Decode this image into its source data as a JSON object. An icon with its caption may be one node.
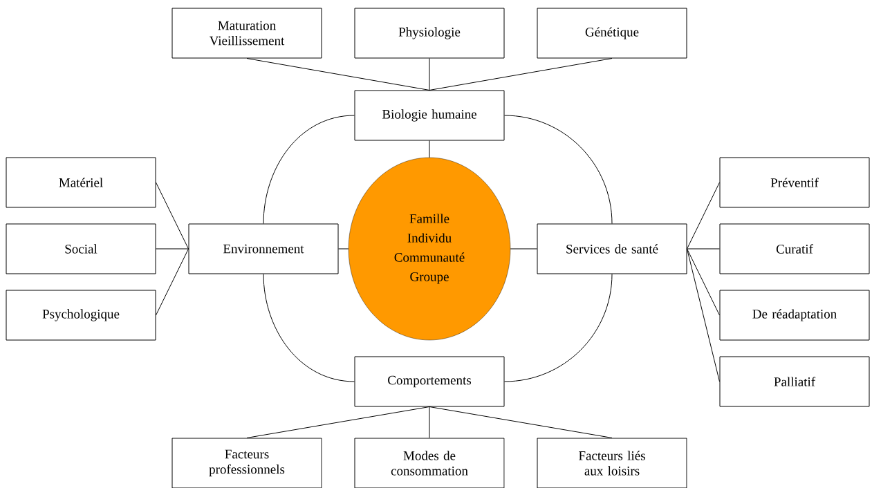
{
  "diagram": {
    "nodes": [
      {
        "text": [
          "Maturation Vieillissement"
        ]
      },
      {
        "text": [
          "Physiologie"
        ]
      },
      {
        "text": [
          "Génétique"
        ]
      },
      {
        "text": [
          "Biologie humaine"
        ]
      },
      {
        "text": [
          "Matériel"
        ]
      },
      {
        "text": [
          "Social"
        ]
      },
      {
        "text": [
          "Psychologique"
        ]
      },
      {
        "text": [
          "Environnement"
        ]
      },
      {
        "text": [
          "Famille",
          "Individu",
          "Communauté Groupe"
        ]
      },
      {
        "text": [
          "Services de santé"
        ]
      },
      {
        "text": [
          "Préventif"
        ]
      },
      {
        "text": [
          "Curatif"
        ]
      },
      {
        "text": [
          "De réadaptation"
        ]
      },
      {
        "text": [
          "Palliatif"
        ]
      },
      {
        "text": [
          "Comportements"
        ]
      },
      {
        "text": [
          "Facteurs professionnels"
        ]
      },
      {
        "text": [
          "Modes de consommation"
        ]
      },
      {
        "text": [
          "Facteurs liés aux loisirs"
        ]
      }
    ],
    "edges": [
      {
        "from": 0,
        "to": 3,
        "arrow": "none"
      },
      {
        "from": 1,
        "to": 3,
        "arrow": "none"
      },
      {
        "from": 2,
        "to": 3,
        "arrow": "none"
      },
      {
        "from": 3,
        "to": 8,
        "arrow": "none"
      },
      {
        "from": 4,
        "to": 7,
        "arrow": "none"
      },
      {
        "from": 5,
        "to": 7,
        "arrow": "none"
      },
      {
        "from": 6,
        "to": 7,
        "arrow": "none"
      },
      {
        "from": 7,
        "to": 8,
        "arrow": "none"
      },
      {
        "from": 8,
        "to": 9,
        "arrow": "none"
      },
      {
        "from": 9,
        "to": 10,
        "arrow": "none"
      },
      {
        "from": 9,
        "to": 11,
        "arrow": "none"
      },
      {
        "from": 9,
        "to": 12,
        "arrow": "none"
      },
      {
        "from": 9,
        "to": 13,
        "arrow": "none"
      },
      {
        "from": 14,
        "to": 15,
        "arrow": "none"
      },
      {
        "from": 14,
        "to": 16,
        "arrow": "none"
      },
      {
        "from": 14,
        "to": 17,
        "arrow": "none"
      },
      {
        "from": 3,
        "to": 7,
        "arrow": "none"
      },
      {
        "from": 3,
        "to": 9,
        "arrow": "none"
      },
      {
        "from": 7,
        "to": 14,
        "arrow": "none"
      },
      {
        "from": 9,
        "to": 14,
        "arrow": "none"
      }
    ]
  }
}
